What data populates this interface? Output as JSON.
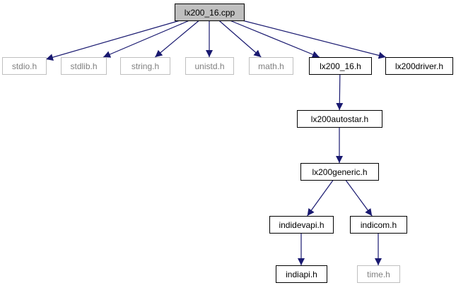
{
  "graph": {
    "nodes": [
      {
        "id": "lx200_16_cpp",
        "label": "lx200_16.cpp",
        "style": "root"
      },
      {
        "id": "stdio_h",
        "label": "stdio.h",
        "style": "external"
      },
      {
        "id": "stdlib_h",
        "label": "stdlib.h",
        "style": "external"
      },
      {
        "id": "string_h",
        "label": "string.h",
        "style": "external"
      },
      {
        "id": "unistd_h",
        "label": "unistd.h",
        "style": "external"
      },
      {
        "id": "math_h",
        "label": "math.h",
        "style": "external"
      },
      {
        "id": "lx200_16_h",
        "label": "lx200_16.h",
        "style": "documented"
      },
      {
        "id": "lx200driver_h",
        "label": "lx200driver.h",
        "style": "documented"
      },
      {
        "id": "lx200autostar_h",
        "label": "lx200autostar.h",
        "style": "documented"
      },
      {
        "id": "lx200generic_h",
        "label": "lx200generic.h",
        "style": "documented"
      },
      {
        "id": "indidevapi_h",
        "label": "indidevapi.h",
        "style": "documented"
      },
      {
        "id": "indicom_h",
        "label": "indicom.h",
        "style": "documented"
      },
      {
        "id": "indiapi_h",
        "label": "indiapi.h",
        "style": "documented"
      },
      {
        "id": "time_h",
        "label": "time.h",
        "style": "external"
      }
    ],
    "edges": [
      {
        "from": "lx200_16_cpp",
        "to": "stdio_h"
      },
      {
        "from": "lx200_16_cpp",
        "to": "stdlib_h"
      },
      {
        "from": "lx200_16_cpp",
        "to": "string_h"
      },
      {
        "from": "lx200_16_cpp",
        "to": "unistd_h"
      },
      {
        "from": "lx200_16_cpp",
        "to": "math_h"
      },
      {
        "from": "lx200_16_cpp",
        "to": "lx200_16_h"
      },
      {
        "from": "lx200_16_cpp",
        "to": "lx200driver_h"
      },
      {
        "from": "lx200_16_h",
        "to": "lx200autostar_h"
      },
      {
        "from": "lx200autostar_h",
        "to": "lx200generic_h"
      },
      {
        "from": "lx200generic_h",
        "to": "indidevapi_h"
      },
      {
        "from": "lx200generic_h",
        "to": "indicom_h"
      },
      {
        "from": "indidevapi_h",
        "to": "indiapi_h"
      },
      {
        "from": "indicom_h",
        "to": "time_h"
      }
    ]
  },
  "colors": {
    "background": "#ffffff",
    "root_fill": "#bfbfbf",
    "root_border": "#000000",
    "documented_border": "#000000",
    "external_border": "#bfbfbf",
    "external_text": "#808080",
    "text": "#000000",
    "edge": "#191970"
  }
}
